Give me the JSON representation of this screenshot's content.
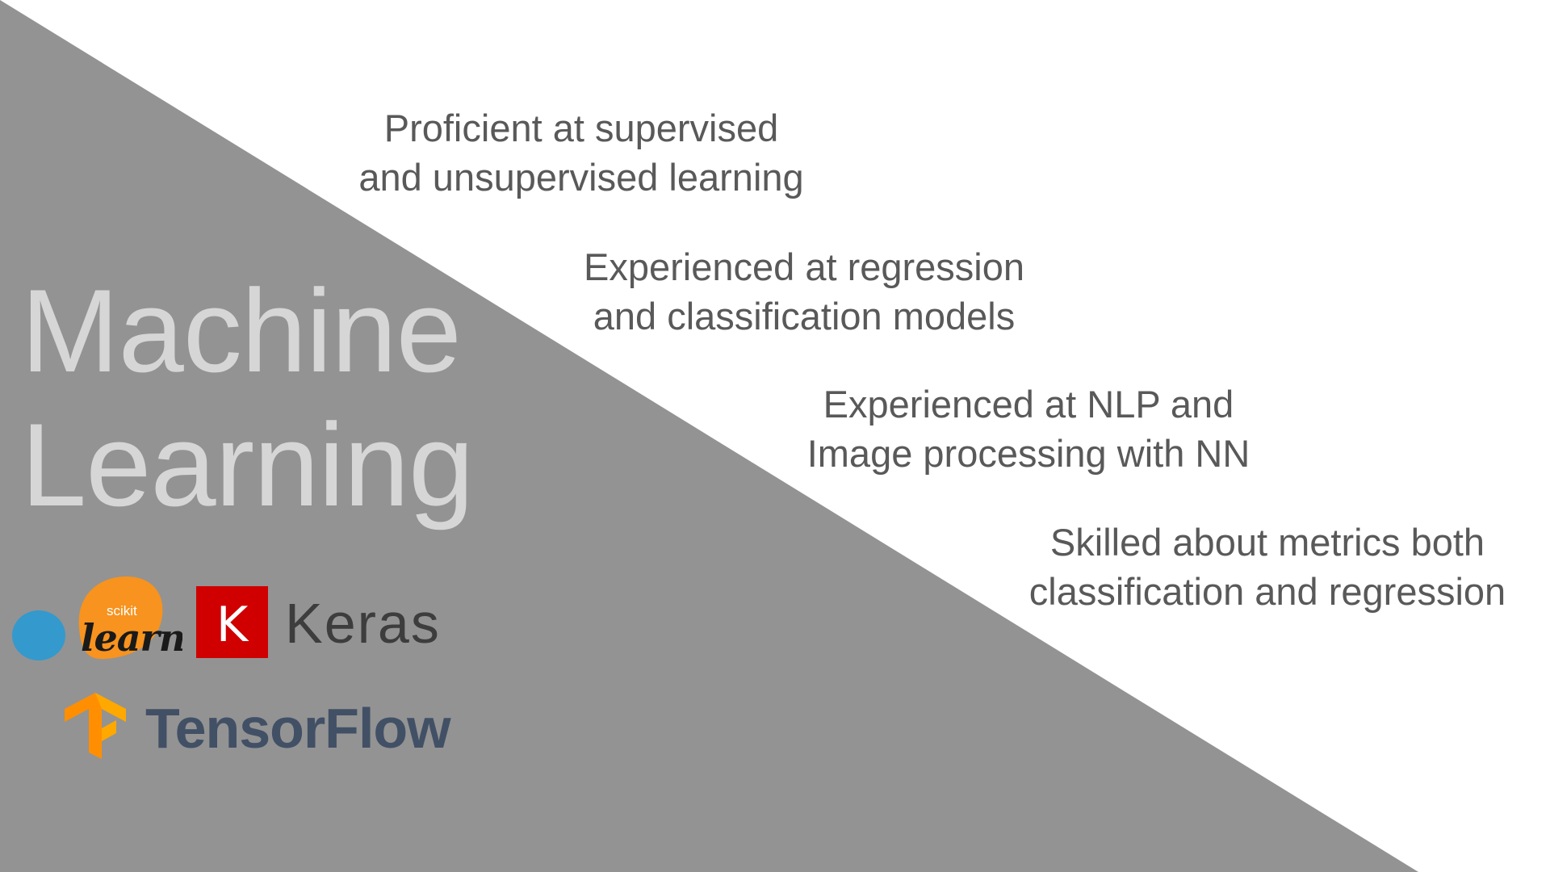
{
  "slide": {
    "title_lines": [
      "Machine",
      "Learning"
    ],
    "colors": {
      "background": "#ffffff",
      "triangle": "#939393",
      "title": "#d6d6d6",
      "skill_text": "#595959",
      "keras_red": "#d00000",
      "tensorflow_orange": "#ff8f00",
      "sklearn_orange": "#f7931e",
      "sklearn_blue": "#3499cd"
    },
    "skills": [
      {
        "lines": [
          "Proficient at supervised",
          "and unsupervised learning"
        ]
      },
      {
        "lines": [
          "Experienced at regression",
          "and classification models"
        ]
      },
      {
        "lines": [
          "Experienced at NLP and",
          "Image processing with NN"
        ]
      },
      {
        "lines": [
          "Skilled about metrics both",
          "classification and regression"
        ]
      }
    ],
    "logos": {
      "sklearn": {
        "small_text": "scikit",
        "main_text": "learn",
        "icon": "scikit-learn-logo"
      },
      "keras": {
        "badge_letter": "K",
        "text": "Keras",
        "icon": "keras-logo"
      },
      "tensorflow": {
        "text": "TensorFlow",
        "icon": "tensorflow-logo"
      }
    }
  }
}
